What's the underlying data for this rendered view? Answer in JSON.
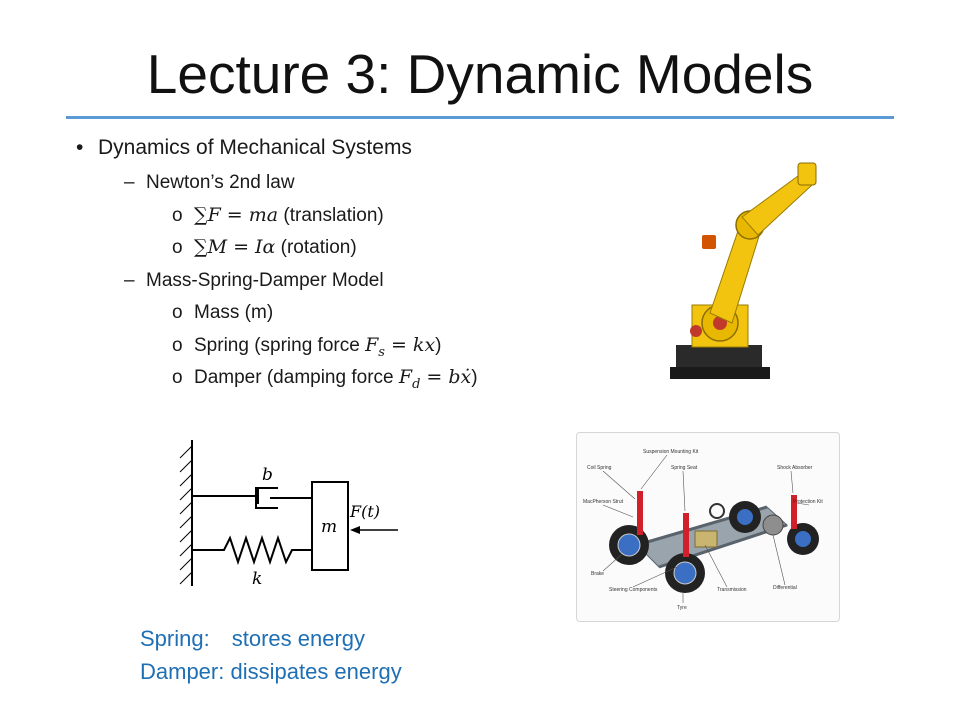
{
  "slide": {
    "title": "Lecture 3: Dynamic Models",
    "bullets": {
      "main": "Dynamics of Mechanical Systems",
      "newton": "Newton’s 2nd law",
      "translation_eq": "∑F = ma",
      "translation_label": "(translation)",
      "rotation_eq": "∑M = Iα",
      "rotation_label": "(rotation)",
      "msd_model": "Mass-Spring-Damper Model",
      "mass": "Mass (m)",
      "spring_prefix": "Spring (spring force ",
      "spring_eq": "F_s = kx",
      "damper_prefix": "Damper (damping force ",
      "damper_eq": "F_d = bẋ"
    },
    "markers": {
      "level1": "•",
      "level2": "–",
      "level3": "o"
    },
    "diagram": {
      "damper_label": "b",
      "spring_label": "k",
      "mass_label": "m",
      "force_label": "F(t)"
    },
    "car_labels": {
      "suspension_mounting_kit": "Suspension Mounting Kit",
      "coil_spring": "Coil Spring",
      "spring_seat": "Spring Seat",
      "shock_absorber": "Shock Absorber",
      "macpherson_strut": "MacPherson Strut",
      "protection_kit": "Protection Kit",
      "brake": "Brake",
      "steering_components": "Steering Components",
      "transmission": "Transmission",
      "differential": "Differential",
      "tyre": "Tyre"
    },
    "notes": {
      "spring_label": "Spring:",
      "spring_text": "stores energy",
      "damper_label": "Damper:",
      "damper_text": "dissipates energy"
    },
    "colors": {
      "accent_rule": "#5b9bd5",
      "notes_text": "#1f6fb4",
      "robot_yellow": "#f2c40f"
    }
  }
}
